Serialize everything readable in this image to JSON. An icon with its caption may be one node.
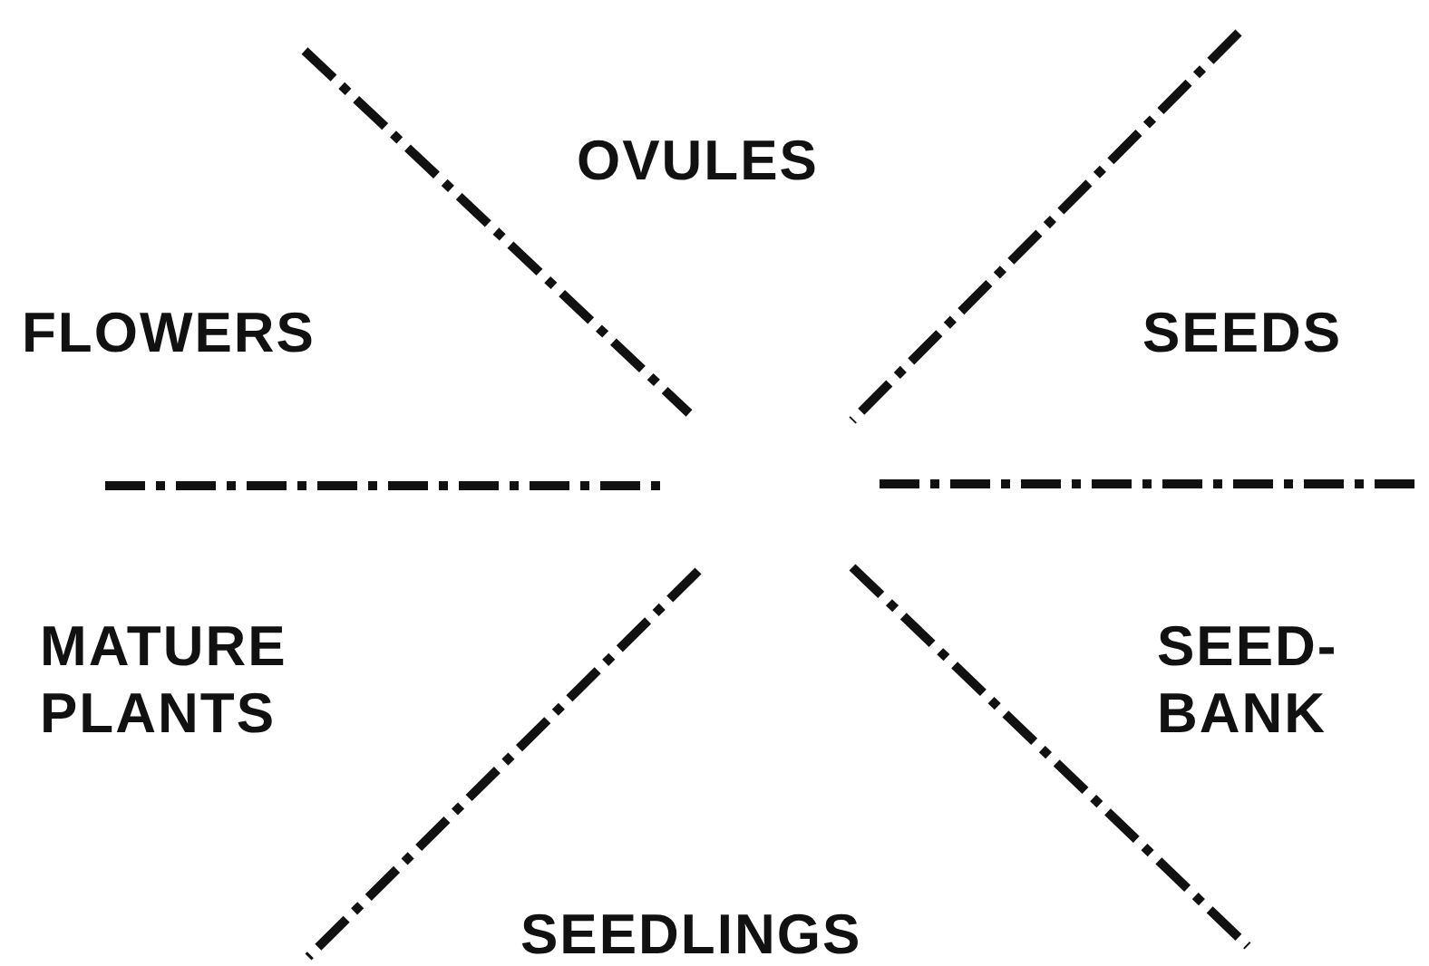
{
  "diagram": {
    "labels": [
      "OVULES",
      "FLOWERS",
      "SEEDS",
      "MATURE PLANTS",
      "SEED- BANK",
      "SEEDLINGS"
    ]
  }
}
